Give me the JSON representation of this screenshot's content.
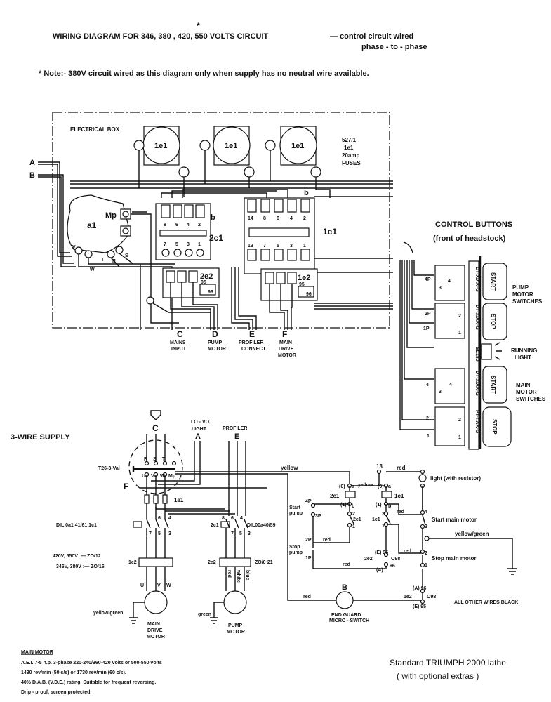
{
  "header": {
    "asterisk": "*",
    "title": "WIRING DIAGRAM FOR 346, 380 , 420, 550 VOLTS CIRCUIT",
    "subtitle_line1": "— control circuit wired",
    "subtitle_line2": "phase - to - phase",
    "note": "*  Note:-  380V circuit wired as this  diagram  only  when  supply  has  no neutral wire available."
  },
  "electrical_box": {
    "title": "ELECTRICAL BOX",
    "inputs": [
      "A",
      "B"
    ],
    "fuse_label": "1e1",
    "fuse_note": [
      "527/1",
      "1e1",
      "20amp",
      "FUSES"
    ],
    "switch_a1": "a1",
    "switch_mp": "Mp",
    "switch_terminals": [
      "V",
      "W",
      "T",
      "R",
      "S"
    ],
    "contactor_2c1": {
      "label": "2c1",
      "b": "b",
      "top": [
        "8",
        "6",
        "4",
        "2"
      ],
      "bottom": [
        "7",
        "5",
        "3",
        "1"
      ]
    },
    "contactor_1c1": {
      "label": "1c1",
      "b": "b",
      "top": [
        "14",
        "8",
        "6",
        "4",
        "2"
      ],
      "bottom": [
        "13",
        "7",
        "5",
        "3",
        "1"
      ]
    },
    "overload_2e2": {
      "label": "2e2",
      "t95": "95",
      "t96": "96"
    },
    "overload_1e2": {
      "label": "1e2",
      "t95": "95",
      "t96": "96"
    },
    "outputs": [
      {
        "letter": "C",
        "lines": [
          "MAINS",
          "INPUT"
        ]
      },
      {
        "letter": "D",
        "lines": [
          "PUMP",
          "MOTOR"
        ]
      },
      {
        "letter": "E",
        "lines": [
          "PROFILER",
          "CONNECT"
        ]
      },
      {
        "letter": "F",
        "lines": [
          "MAIN",
          "DRIVE",
          "MOTOR"
        ]
      }
    ]
  },
  "control_buttons": {
    "title": "CONTROL BUTTONS",
    "subtitle": "(front of headstock)",
    "switch_types": [
      "DT-X/AK-G",
      "DT-X/AK-G",
      "SL180",
      "DT-X/AK-G",
      "PT-r/AK-G"
    ],
    "buttons": [
      "START",
      "STOP",
      "START",
      "STOP"
    ],
    "wire_labels": [
      "4P",
      "3",
      "4",
      "2P",
      "2",
      "1P",
      "1",
      "4",
      "3",
      "4",
      "2",
      "2",
      "1",
      "1"
    ],
    "group_labels": {
      "pump": [
        "PUMP",
        "MOTOR",
        "SWITCHES"
      ],
      "light": [
        "RUNNING",
        "LIGHT"
      ],
      "main": [
        "MAIN",
        "MOTOR",
        "SWITCHES"
      ]
    }
  },
  "schematic": {
    "supply_title": "3-WIRE SUPPLY",
    "c": "C",
    "lovo": [
      "LO - VO",
      "LIGHT",
      "A"
    ],
    "profiler": [
      "PROFILER",
      "E"
    ],
    "switch_name": "T26-3-Val",
    "f": "F",
    "switch_terms": [
      "R",
      "S",
      "T",
      "U",
      "V",
      "W",
      "Mp"
    ],
    "fuse": "1e1",
    "contactor_main": "DIL 0a1 41/61  1c1",
    "contactor_main_terms": [
      "6",
      "4",
      "7",
      "5",
      "3"
    ],
    "contactor_pump": "2c1",
    "contactor_pump_type": "DIL00a40/59",
    "contactor_pump_terms": [
      "8",
      "6",
      "4",
      "7",
      "5",
      "3"
    ],
    "overload_main": "1e2",
    "overload_note1": "420V, 550V :—  ZO/12",
    "overload_note2": "346V, 380V :—  ZO/16",
    "overload_pump": "2e2",
    "overload_pump_type": "ZO/0·21",
    "motor_terms": [
      "U",
      "V",
      "W"
    ],
    "pump_wires": [
      "red",
      "white",
      "blue"
    ],
    "earth_main": "yellow/green",
    "earth_pump": "green",
    "main_motor": [
      "MAIN",
      "DRIVE",
      "MOTOR"
    ],
    "pump_motor": [
      "PUMP",
      "MOTOR"
    ]
  },
  "control_circuit": {
    "yellow": "yellow",
    "t13": "13",
    "red_top": "red",
    "light": "light  (with resistor)",
    "c2c1": "2c1",
    "c1c1": "1c1",
    "a0_left": "(0)",
    "a_left": "a",
    "yellow_mid": "yellow",
    "a0_right": "(0)",
    "a_right": "a",
    "one_left": "(1)",
    "b_left": "b",
    "one_right": "(1)",
    "b_right": "b",
    "p4": "4P",
    "start_pump": [
      "Start",
      "pump"
    ],
    "p3": "3P",
    "sw2c1": "2c1",
    "n2a": "2",
    "n1a": "1",
    "sw1c1": "1c1",
    "n2b": "2",
    "n1b": "1",
    "red1": "red",
    "t4": "4",
    "start_main": "Start main motor",
    "t3": "3",
    "yellow_green": "yellow/green",
    "p2": "2P",
    "red2": "red",
    "stop_pump": [
      "Stop",
      "pump"
    ],
    "p1": "1P",
    "red3": "red",
    "e95": "(E)  95",
    "e2e2": "2e2",
    "o98a": "O98",
    "a96": "(A)",
    "n96a": "96",
    "red4": "red",
    "t2": "2",
    "stop_main": "Stop main motor",
    "t1": "1",
    "a96b": "(A)  96",
    "e1e2": "1e2",
    "o98b": "O98",
    "e95b": "(E)  95",
    "red5": "red",
    "b": "B",
    "end_guard": [
      "END GUARD",
      "MICRO - SWITCH"
    ],
    "all_other": "ALL OTHER WIRES  BLACK"
  },
  "footer": {
    "motor_title": "MAIN MOTOR",
    "motor_lines": [
      "A.E.I.  7·5 h.p.   3-phase       220-240/360-420 volts  or  500-550 volts",
      "1430 rev/min  (50 c/s)   or  1730 rev/min  (60 c/s).",
      "40% D.A.B. (V.D.E.) rating.  Suitable for frequent reversing.",
      "Drip - proof,  screen  protected."
    ],
    "lathe_line1": "Standard  TRIUMPH 2000 lathe",
    "lathe_line2": "( with  optional  extras )"
  }
}
